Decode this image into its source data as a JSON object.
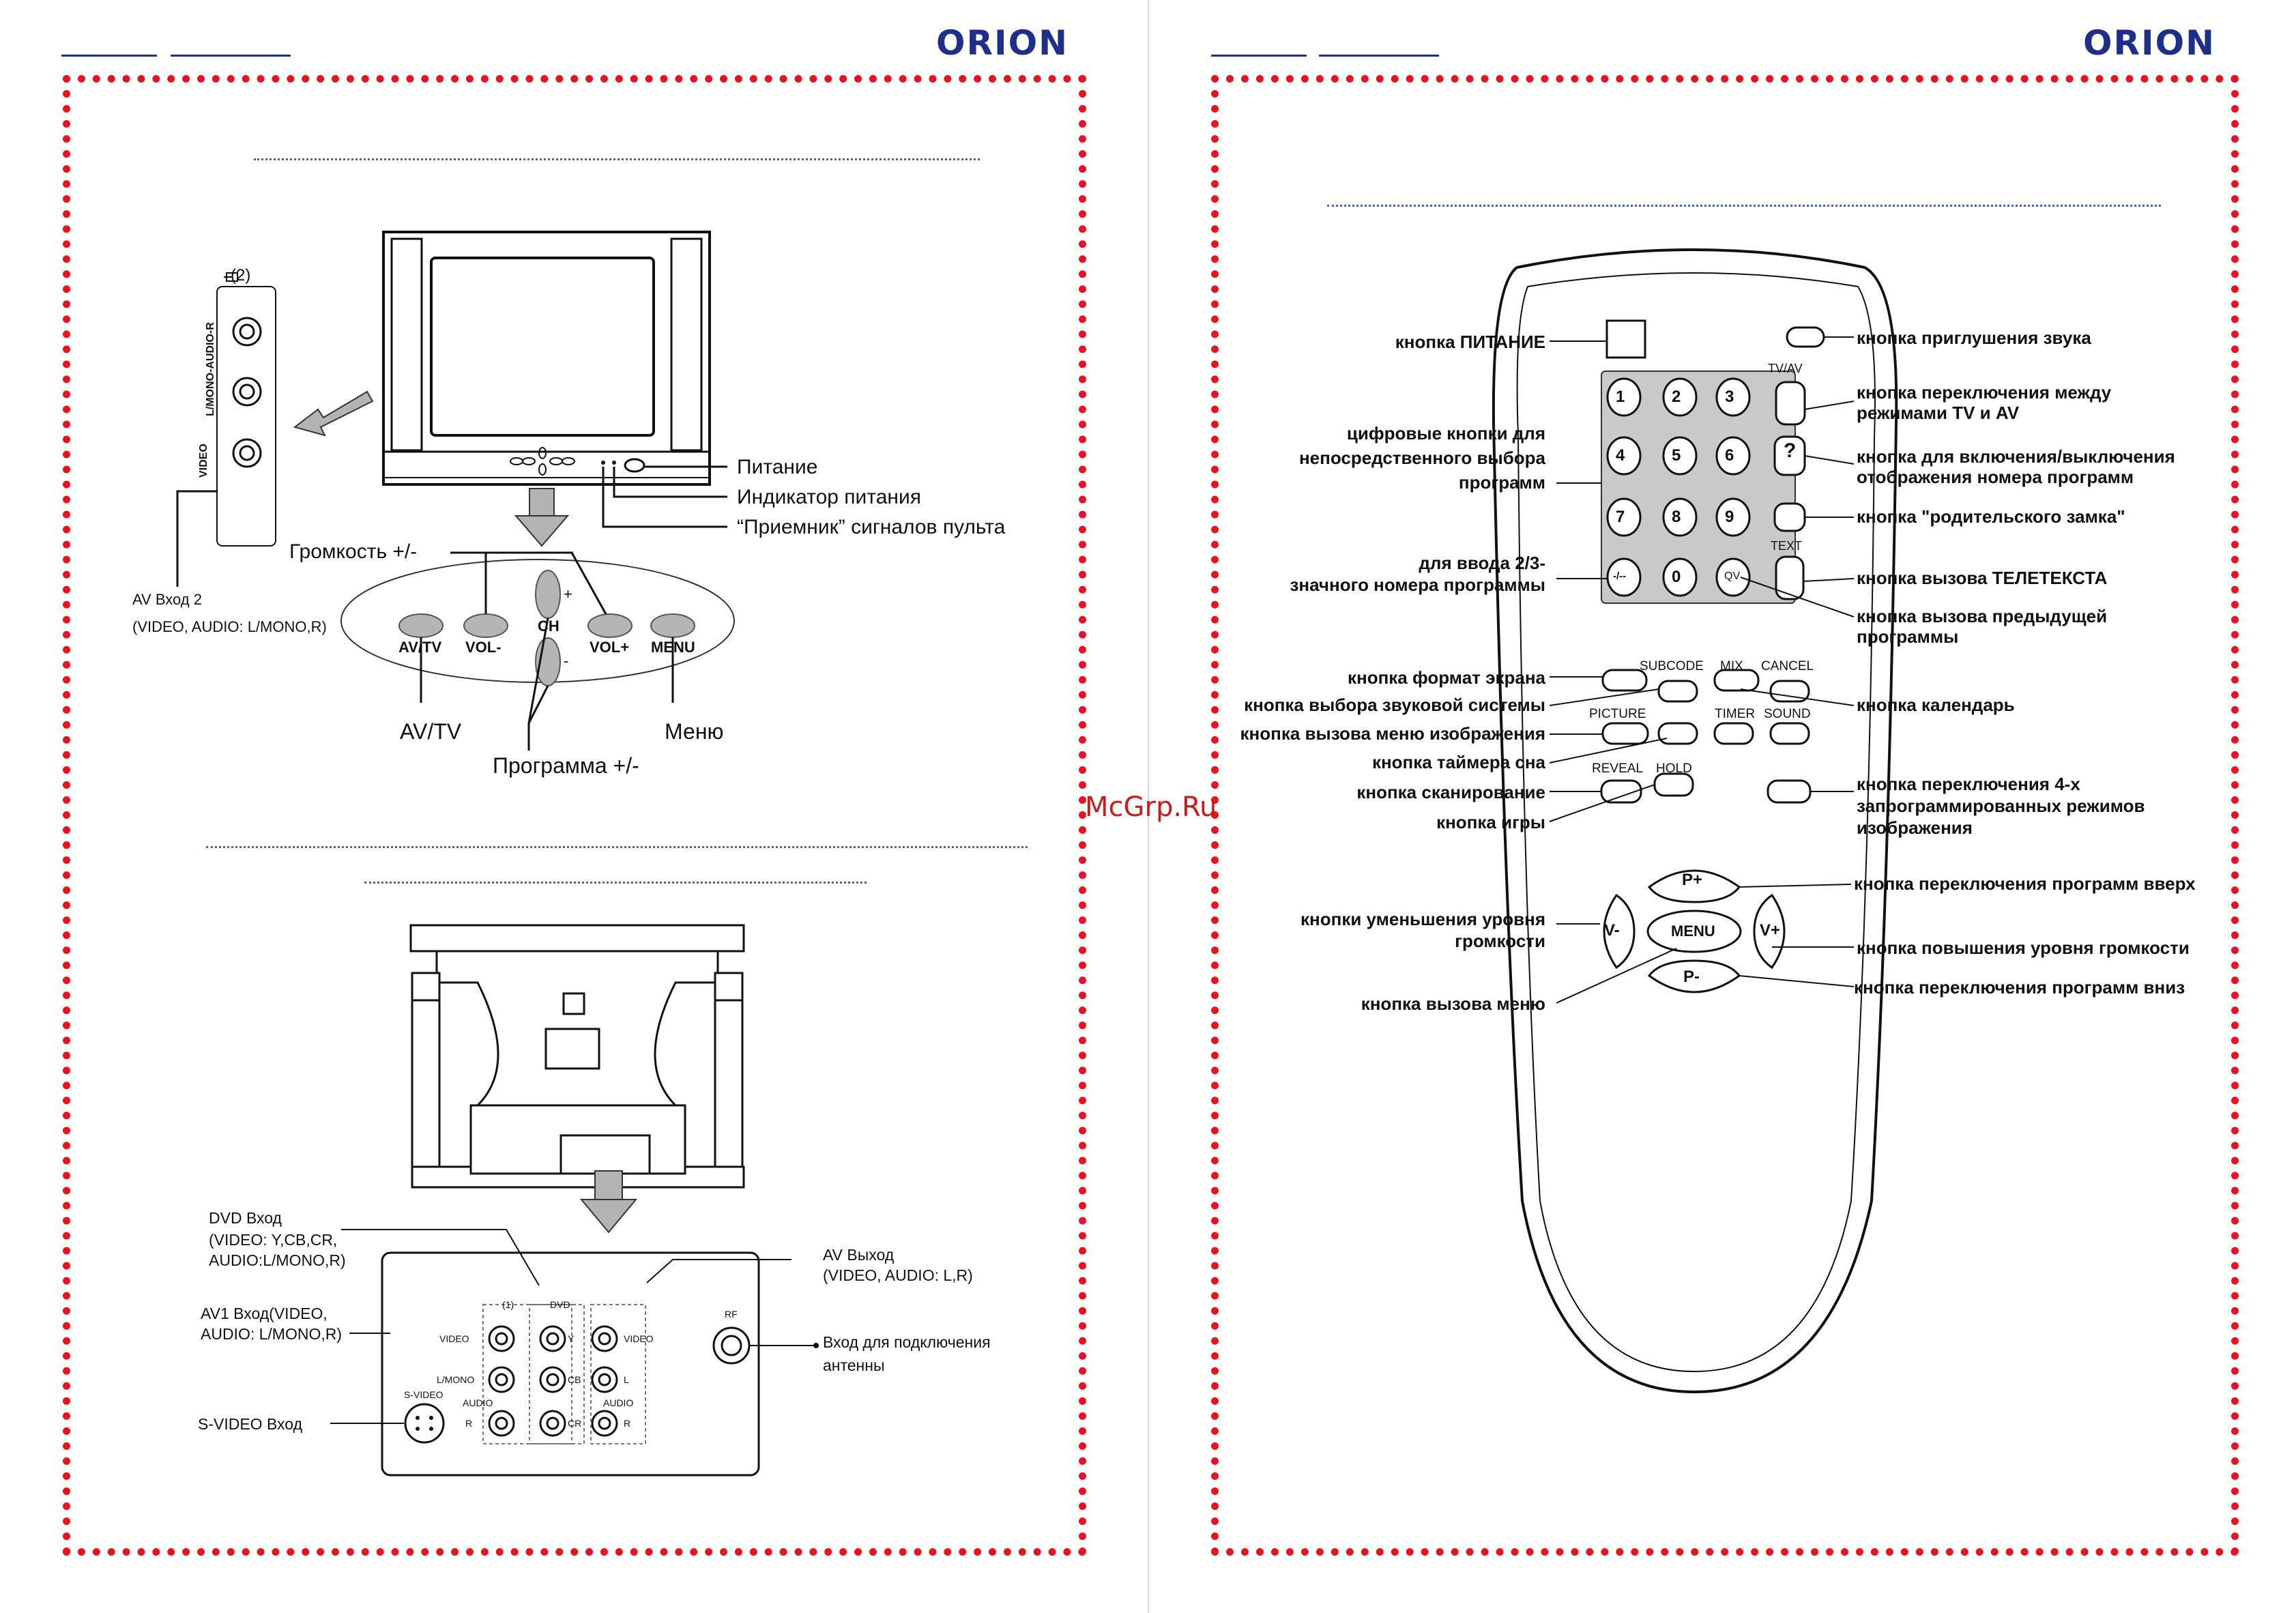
{
  "brand": "ORION",
  "watermark": "McGrp.Ru",
  "front_panel": {
    "jack_label": "(2)",
    "side_label_1": "L/MONO-AUDIO-R",
    "side_label_2": "VIDEO",
    "av2_title": "AV Вход 2",
    "av2_desc": "(VIDEO, AUDIO: L/MONO,R)",
    "power": "Питание",
    "power_indicator": "Индикатор питания",
    "remote_receiver": "“Приемник” сигналов пульта",
    "volume": "Громкость +/-",
    "btn_avtv": "AV/TV",
    "btn_vol_minus": "VOL-",
    "btn_ch": "CH",
    "btn_vol_plus": "VOL+",
    "btn_menu": "MENU",
    "label_avtv": "AV/TV",
    "label_menu": "Меню",
    "label_program": "Программа +/-",
    "ch_plus": "+",
    "ch_minus": "-",
    "ch_zero": "0"
  },
  "rear_panel": {
    "dvd_in_1": "DVD Вход",
    "dvd_in_2": "(VIDEO: Y,CB,CR,",
    "dvd_in_3": "AUDIO:L/MONO,R)",
    "av1_1": "AV1 Вход(VIDEO,",
    "av1_2": "AUDIO: L/MONO,R)",
    "svideo": "S-VIDEO Вход",
    "av_out_1": "AV Выход",
    "av_out_2": "(VIDEO, AUDIO: L,R)",
    "antenna_1": "Вход для подключения",
    "antenna_2": "антенны",
    "jack_1": "(1)",
    "jack_dvd": "DVD",
    "rf": "RF",
    "svideo_small": "S-VIDEO",
    "video": "VIDEO",
    "lmono": "L/MONO",
    "audio": "AUDIO",
    "r": "R",
    "l": "L",
    "y": "Y",
    "cb": "CB",
    "cr": "CR"
  },
  "remote": {
    "buttons": {
      "n1": "1",
      "n2": "2",
      "n3": "3",
      "n4": "4",
      "n5": "5",
      "n6": "6",
      "n7": "7",
      "n8": "8",
      "n9": "9",
      "n0": "0",
      "dash": "-/--",
      "qv": "QV",
      "tvav": "TV/AV",
      "text": "TEXT",
      "question": "?",
      "subcode": "SUBCODE",
      "mix": "MIX",
      "cancel": "CANCEL",
      "picture": "PICTURE",
      "timer": "TIMER",
      "sound": "SOUND",
      "reveal": "REVEAL",
      "hold": "HOLD",
      "p_plus": "P+",
      "p_minus": "P-",
      "v_minus": "V-",
      "v_plus": "V+",
      "menu": "MENU"
    },
    "labels": {
      "power": "кнопка ПИТАНИЕ",
      "digits_1": "цифровые кнопки для",
      "digits_2": "непосредственного выбора",
      "digits_3": "программ",
      "twothree_1": "для ввода 2/3-",
      "twothree_2": "значного номера программы",
      "format": "кнопка формат экрана",
      "sound_system": "кнопка выбора звуковой системы",
      "picture_menu": "кнопка вызова меню изображения",
      "sleep": "кнопка таймера сна",
      "scan": "кнопка сканирование",
      "game": "кнопка игры",
      "vol_down_1": "кнопки уменьшения уровня",
      "vol_down_2": "громкости",
      "menu": "кнопка вызова меню",
      "mute": "кнопка приглушения звука",
      "tvav_1": "кнопка переключения между",
      "tvav_2": "режимами TV и AV",
      "num_1": "кнопка для включения/выключения",
      "num_2": "отображения номера программ",
      "lock": "кнопка \"родительского замка\"",
      "teletext": "кнопка вызова ТЕЛЕТЕКСТА",
      "prev_1": "кнопка вызова предыдущей",
      "prev_2": "программы",
      "calendar": "кнопка календарь",
      "pmodes_1": "кнопка переключения 4-х",
      "pmodes_2": "запрограммированных режимов",
      "pmodes_3": "изображения",
      "prog_up": "кнопка переключения программ вверх",
      "vol_up": "кнопка повышения уровня громкости",
      "prog_down": "кнопка переключения программ вниз"
    }
  },
  "colors": {
    "brand": "#1d2f8a",
    "frame_dots": "#e8131e",
    "rule": "#4a5fc1"
  }
}
